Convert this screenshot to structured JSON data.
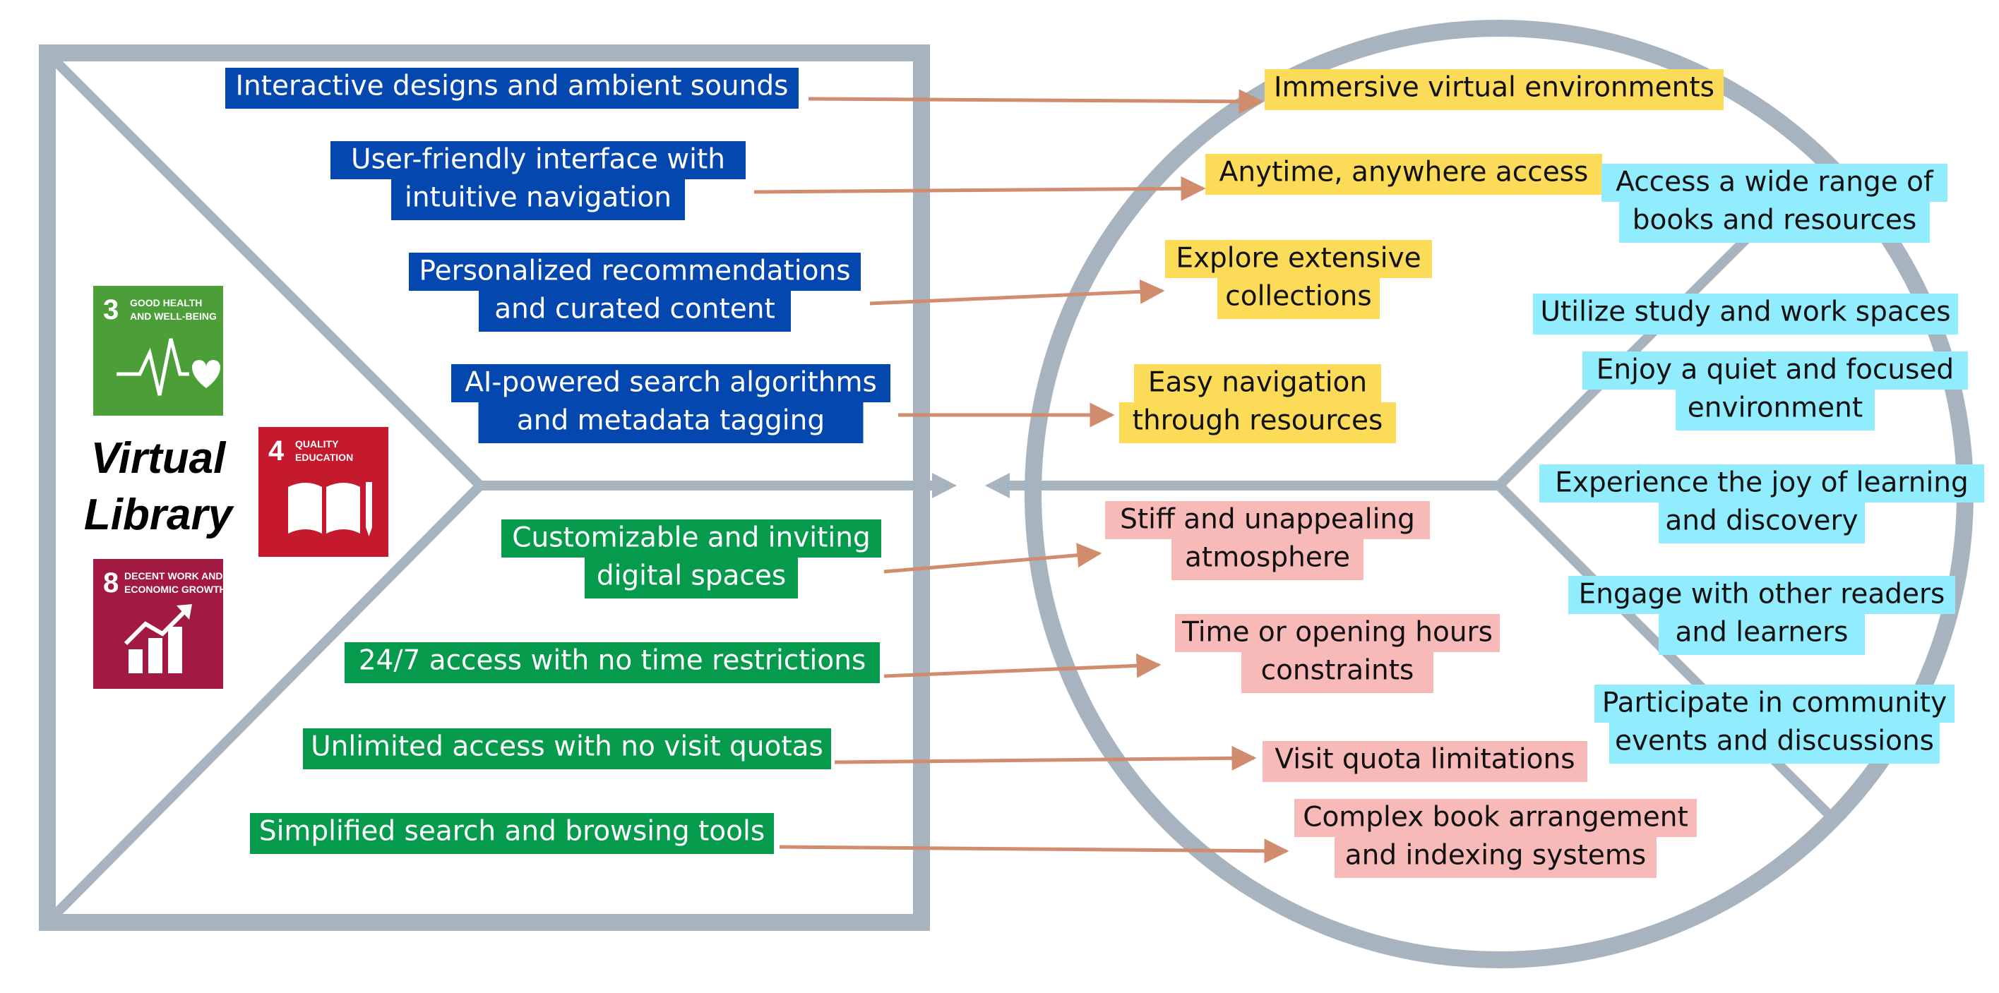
{
  "colors": {
    "frame": "#a7b4bf",
    "arrow": "#d08c6c",
    "feature_blue": "#0447ae",
    "feature_green": "#069a4c",
    "benefit_yellow": "#fcdb58",
    "pain_pink": "#f8b9b9",
    "gain_cyan": "#91ecfd",
    "sdg3": "#4c9f38",
    "sdg4": "#c5192d",
    "sdg8": "#a21942"
  },
  "center": {
    "title_line1": "Virtual",
    "title_line2": "Library"
  },
  "sdg": [
    {
      "number": "3",
      "line1": "GOOD HEALTH",
      "line2": "AND WELL-BEING",
      "icon": "heartbeat-icon"
    },
    {
      "number": "4",
      "line1": "QUALITY",
      "line2": "EDUCATION",
      "icon": "book-pencil-icon"
    },
    {
      "number": "8",
      "line1": "DECENT WORK AND",
      "line2": "ECONOMIC GROWTH",
      "icon": "growth-chart-icon"
    }
  ],
  "gain_creators": [
    [
      "Interactive designs and ambient sounds"
    ],
    [
      "User-friendly interface with",
      "intuitive navigation"
    ],
    [
      "Personalized recommendations",
      "and curated content"
    ],
    [
      "AI-powered search algorithms",
      "and metadata tagging"
    ]
  ],
  "pain_relievers": [
    [
      "Customizable and inviting",
      "digital spaces"
    ],
    [
      "24/7 access with no time restrictions"
    ],
    [
      "Unlimited access with no visit quotas"
    ],
    [
      "Simplified search and browsing tools"
    ]
  ],
  "gains": [
    [
      "Immersive virtual environments"
    ],
    [
      "Anytime, anywhere access"
    ],
    [
      "Explore extensive",
      "collections"
    ],
    [
      "Easy navigation",
      "through resources"
    ]
  ],
  "pains": [
    [
      "Stiff and unappealing",
      "atmosphere"
    ],
    [
      "Time or opening hours",
      "constraints"
    ],
    [
      "Visit quota limitations"
    ],
    [
      "Complex book arrangement",
      "and indexing systems"
    ]
  ],
  "customer_jobs": [
    [
      "Access a wide range of",
      "books and resources"
    ],
    [
      "Utilize study and work spaces"
    ],
    [
      "Enjoy a quiet and focused",
      "environment"
    ],
    [
      "Experience the joy of learning",
      "and discovery"
    ],
    [
      "Engage with other readers",
      "and learners"
    ],
    [
      "Participate in community",
      "events and discussions"
    ]
  ]
}
